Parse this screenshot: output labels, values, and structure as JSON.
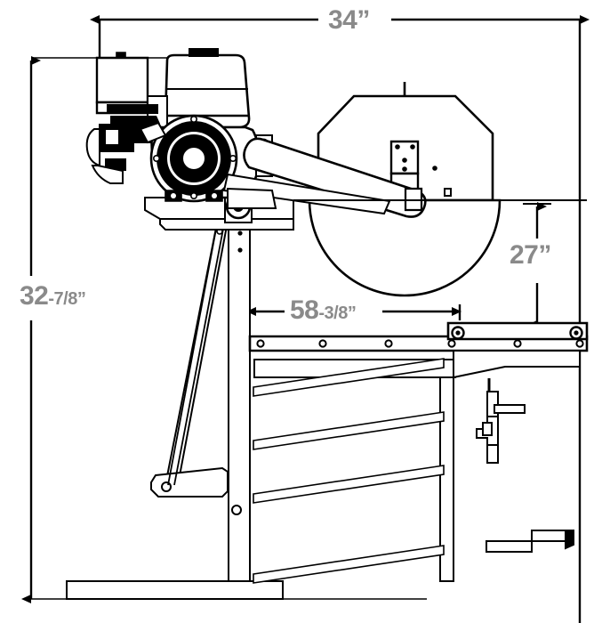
{
  "drawing": {
    "title": "Firewood processor / cut-off saw dimensioned side elevation",
    "line_color": "#000000",
    "dimension_text_color": "#8a8a8a",
    "background_color": "#ffffff"
  },
  "dimensions": {
    "overall_width": {
      "name": "overall-width",
      "whole": "34",
      "fraction": "”",
      "full": "34”",
      "orientation": "horizontal"
    },
    "overall_height": {
      "name": "overall-height",
      "whole": "32",
      "fraction": "-7/8”",
      "full": "32-7/8”",
      "orientation": "vertical"
    },
    "overall_length": {
      "name": "overall-length",
      "whole": "58",
      "fraction": "-3/8”",
      "full": "58-3/8”",
      "orientation": "horizontal"
    },
    "table_height": {
      "name": "table-height",
      "whole": "27",
      "fraction": "”",
      "full": "27”",
      "orientation": "vertical"
    }
  },
  "components": [
    {
      "name": "gas-engine",
      "label": "Gas engine with recoil starter"
    },
    {
      "name": "fuel-tank",
      "label": "Fuel tank"
    },
    {
      "name": "air-filter-housing",
      "label": "Air filter housing"
    },
    {
      "name": "recoil-starter-fan",
      "label": "Recoil starter fan shroud"
    },
    {
      "name": "engine-mount-plate",
      "label": "Engine mount plate"
    },
    {
      "name": "blade-guard",
      "label": "Saw blade guard"
    },
    {
      "name": "saw-blade",
      "label": "Circular saw blade"
    },
    {
      "name": "exhaust-arm",
      "label": "Exhaust / guard arm"
    },
    {
      "name": "drive-belt",
      "label": "Drive belt"
    },
    {
      "name": "pulley",
      "label": "Drive pulley"
    },
    {
      "name": "table-rail",
      "label": "Table rail with bolt holes"
    },
    {
      "name": "crank-handle",
      "label": "Crank handle"
    },
    {
      "name": "frame-leg",
      "label": "Frame leg"
    },
    {
      "name": "base-foot",
      "label": "Base foot"
    },
    {
      "name": "tension-arm",
      "label": "Belt tension arm"
    }
  ]
}
